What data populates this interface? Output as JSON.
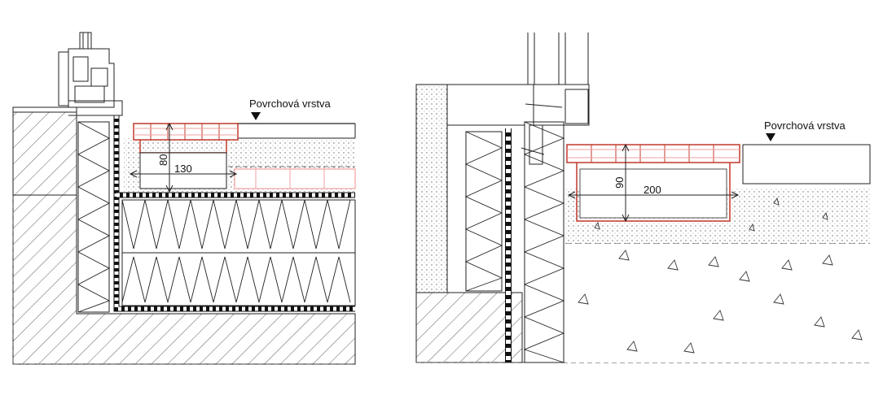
{
  "left_detail": {
    "surface_label": "Povrchová vrstva",
    "dim_height": "80",
    "dim_width": "130"
  },
  "right_detail": {
    "surface_label": "Povrchová vrstva",
    "dim_height": "90",
    "dim_width": "200"
  },
  "colors": {
    "line": "#1a1a1a",
    "drain": "#c0392b",
    "drain_light": "#f2a0a0"
  }
}
